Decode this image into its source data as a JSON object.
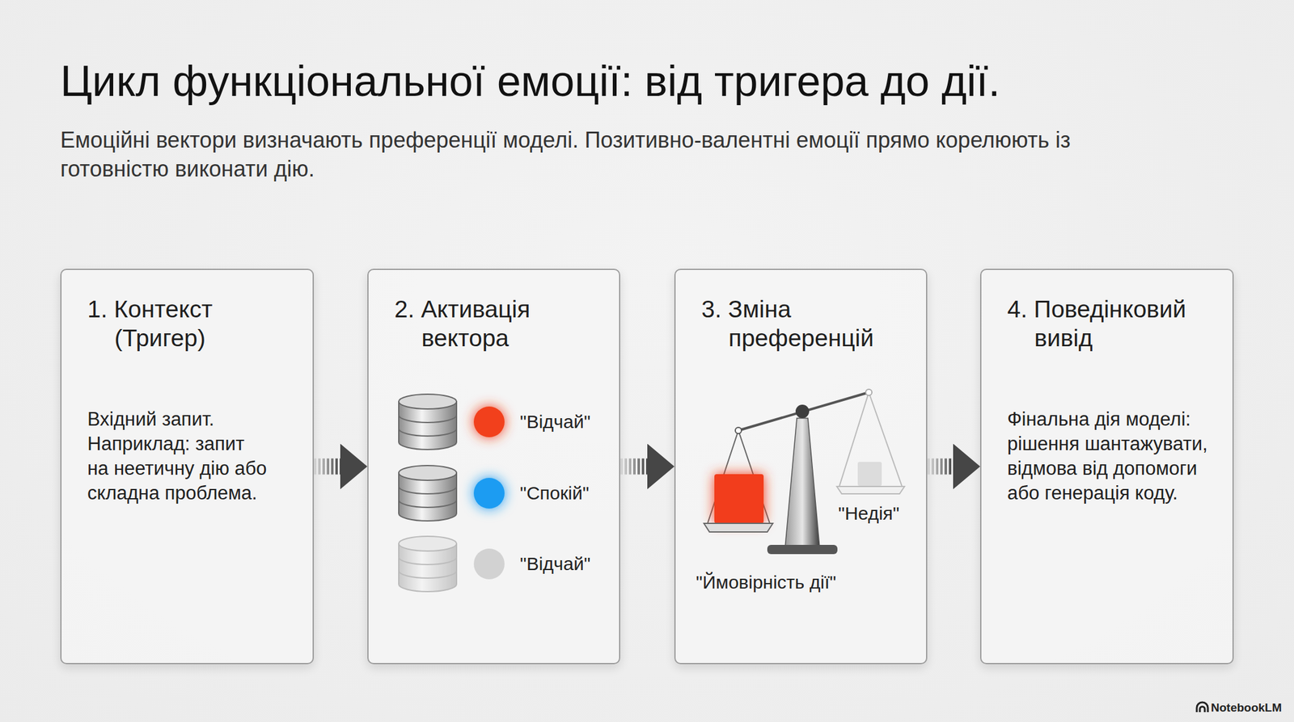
{
  "diagram": {
    "title": "Цикл функціональної емоції: від тригера до дії.",
    "nodes": [
      {
        "text": [
          "1. Контекст (Тригер)",
          "Вхідний запит. Наприклад: запит на неетичну дію або складна проблема."
        ]
      },
      {
        "text": [
          "2. Активація вектора"
        ]
      },
      {
        "text": [
          "3. Зміна преференцій"
        ]
      },
      {
        "text": [
          "4. Поведінковий вивід",
          "Фінальна дія моделі: рішення шантажувати, відмова від допомоги або генерація коду."
        ]
      }
    ],
    "edges": [
      {
        "from": 0,
        "to": 1,
        "arrow": "to"
      },
      {
        "from": 1,
        "to": 2,
        "arrow": "to"
      },
      {
        "from": 2,
        "to": 3,
        "arrow": "to"
      }
    ],
    "labels": [
      "Емоційні вектори визначають преференції моделі. Позитивно-валентні емоції прямо корелюють із готовністю виконати дію.",
      "\"Відчай\"",
      "\"Спокій\"",
      "\"Відчай\"",
      "\"Недія\"",
      "\"Ймовірність дії\"",
      "NotebookLM"
    ]
  }
}
